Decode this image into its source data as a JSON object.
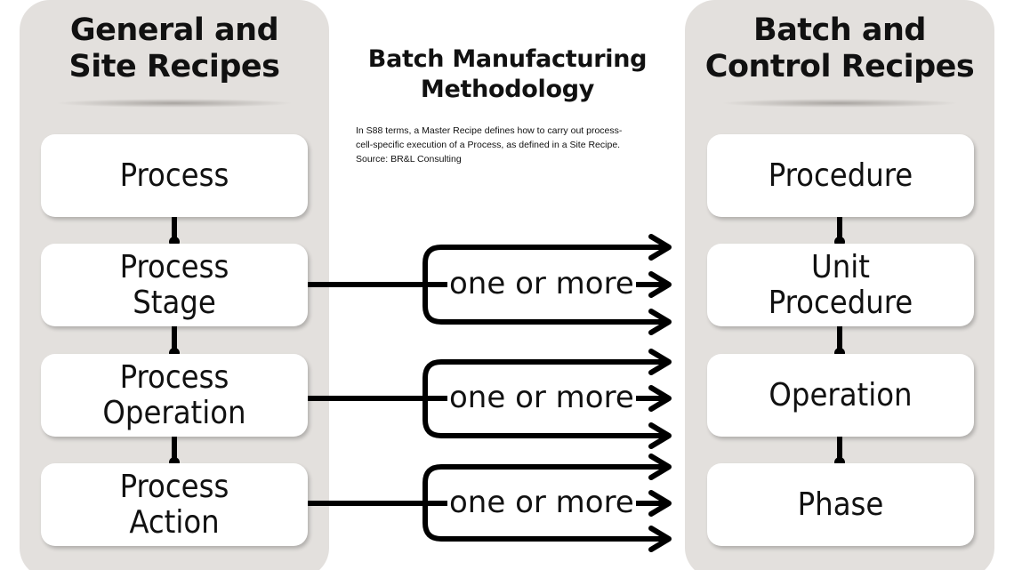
{
  "left_panel": {
    "title_line1": "General and",
    "title_line2": "Site Recipes",
    "boxes": [
      {
        "line1": "Process",
        "line2": ""
      },
      {
        "line1": "Process",
        "line2": "Stage"
      },
      {
        "line1": "Process",
        "line2": "Operation"
      },
      {
        "line1": "Process",
        "line2": "Action"
      }
    ]
  },
  "right_panel": {
    "title_line1": "Batch and",
    "title_line2": "Control Recipes",
    "boxes": [
      {
        "line1": "Procedure",
        "line2": ""
      },
      {
        "line1": "Unit",
        "line2": "Procedure"
      },
      {
        "line1": "Operation",
        "line2": ""
      },
      {
        "line1": "Phase",
        "line2": ""
      }
    ]
  },
  "center": {
    "title_line1": "Batch Manufacturing",
    "title_line2": "Methodology",
    "caption_line1": "In S88 terms, a Master Recipe defines how to carry out process-",
    "caption_line2": "cell-specific execution of a Process, as defined in a Site Recipe.",
    "caption_line3": "Source: BR&L Consulting"
  },
  "connectors": [
    {
      "label": "one or more"
    },
    {
      "label": "one or more"
    },
    {
      "label": "one or more"
    }
  ],
  "colors": {
    "panel_background": "#e3e0dd",
    "box_background": "#ffffff",
    "line": "#000000",
    "text": "#111111"
  }
}
